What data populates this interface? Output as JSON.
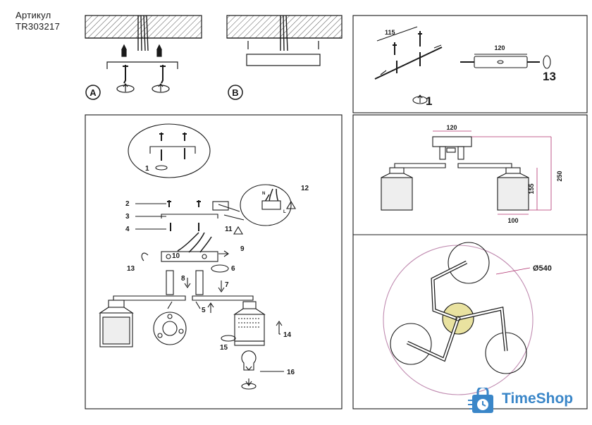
{
  "article": {
    "label": "Артикул",
    "code": "TR303217"
  },
  "panels": {
    "a": {
      "badge": "A"
    },
    "b": {
      "badge": "B"
    },
    "exploded": {
      "callouts": [
        "1",
        "2",
        "3",
        "4",
        "5",
        "6",
        "7",
        "8",
        "9",
        "10",
        "11",
        "12",
        "13",
        "14",
        "15",
        "16"
      ],
      "wire_labels": {
        "n": "N",
        "l": "L"
      }
    },
    "top_right": {
      "dim_bracket": "115",
      "dim_plate": "120",
      "step_main": "1",
      "step_side": "13"
    },
    "dimensions": {
      "width_top": "120",
      "height_total": "250",
      "height_shade": "155",
      "width_shade": "100"
    },
    "plan": {
      "diameter": "Ø540"
    }
  },
  "brand": {
    "name": "TimeShop",
    "color": "#3a86c8"
  },
  "colors": {
    "line": "#1a1a1a",
    "dimension": "#b0306e",
    "highlight": "#e9e2a0",
    "outline": "#c08bb0"
  }
}
